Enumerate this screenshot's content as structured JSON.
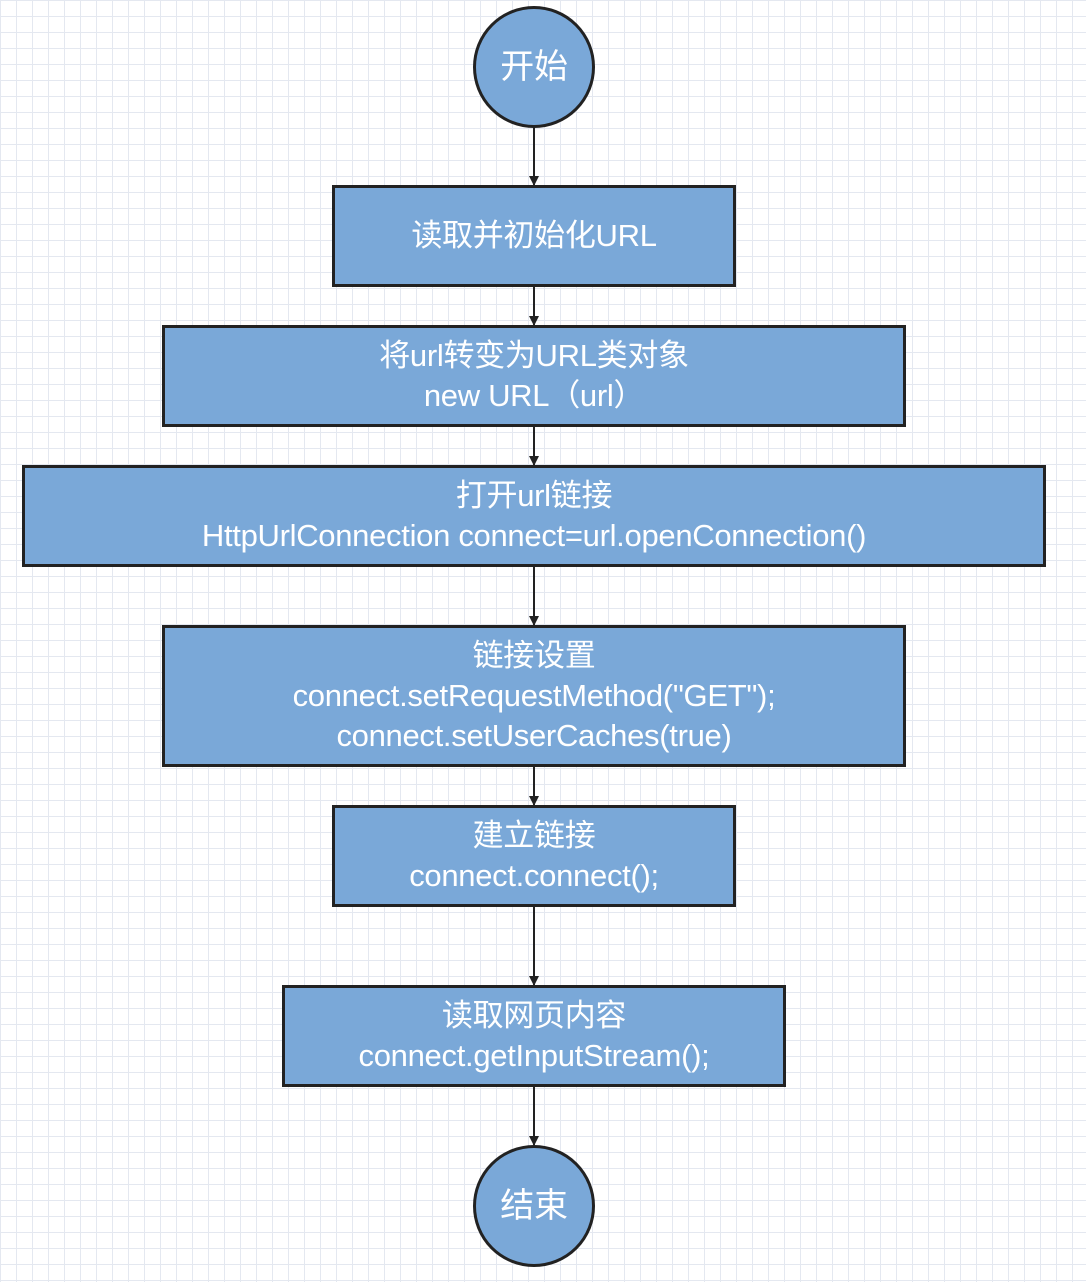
{
  "flowchart": {
    "start": "开始",
    "steps": [
      {
        "lines": [
          "读取并初始化URL"
        ]
      },
      {
        "lines": [
          "将url转变为URL类对象",
          "new URL（url）"
        ]
      },
      {
        "lines": [
          "打开url链接",
          "HttpUrlConnection connect=url.openConnection()"
        ]
      },
      {
        "lines": [
          "链接设置",
          "connect.setRequestMethod(\"GET\");",
          "connect.setUserCaches(true)"
        ]
      },
      {
        "lines": [
          "建立链接",
          "connect.connect();"
        ]
      },
      {
        "lines": [
          "读取网页内容",
          "connect.getInputStream();"
        ]
      }
    ],
    "end": "结束"
  },
  "colors": {
    "node_fill": "#7aa8d8",
    "node_border": "#222222",
    "node_text": "#ffffff",
    "connector": "#222222",
    "grid": "#e4e8f0"
  }
}
